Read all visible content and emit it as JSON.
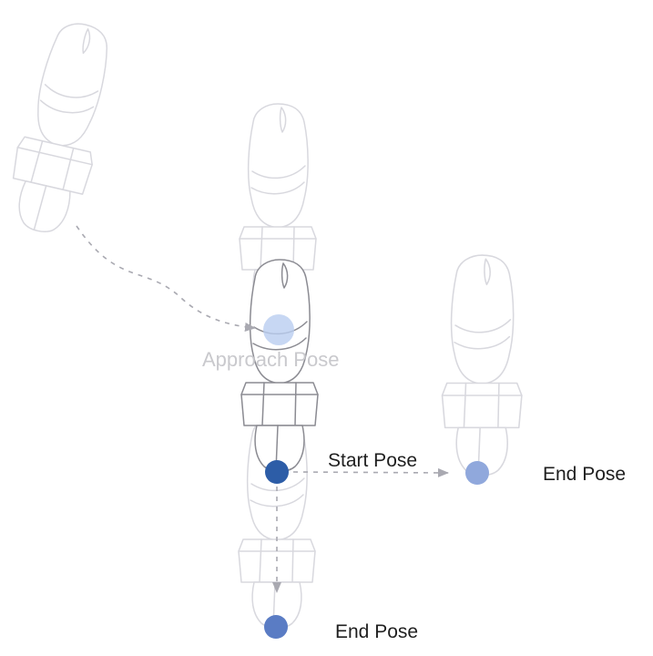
{
  "diagram": {
    "labels": {
      "approach_pose": "Approach Pose",
      "start_pose": "Start Pose",
      "end_pose_right": "End Pose",
      "end_pose_bottom": "End Pose"
    },
    "markers": {
      "approach_dot_color": "#b9cdf0",
      "start_dot_color": "#2d5da7",
      "end_right_dot_color": "#90a8dc",
      "end_bottom_dot_color": "#5a7cc4",
      "arrow_color": "#a9a9b1",
      "sketch_color": "#d8d8de",
      "active_sketch_color": "#8b8b92"
    }
  }
}
